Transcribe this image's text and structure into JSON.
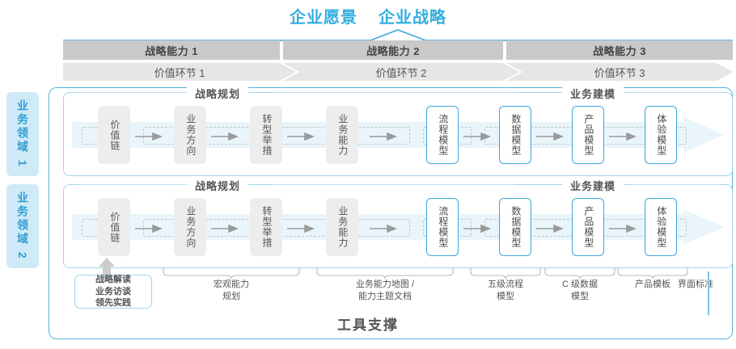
{
  "title": {
    "vision": "企业愿景",
    "strategy": "企业战略"
  },
  "colors": {
    "accent_blue": "#31aee0",
    "node_blue": "#3ca7dd",
    "band_blue": "#e9f5fb",
    "header_gray": "#c9c9c9",
    "valuechain_gray": "#e6e6e6",
    "domain_tab_bg": "#cfeaf7"
  },
  "capabilities": [
    {
      "label": "战略能力 1"
    },
    {
      "label": "战略能力 2"
    },
    {
      "label": "战略能力 3"
    }
  ],
  "value_chains": [
    {
      "label": "价值环节 1"
    },
    {
      "label": "价值环节 2"
    },
    {
      "label": "价值环节 3"
    }
  ],
  "domains": [
    {
      "label": "业务领域 1"
    },
    {
      "label": "业务领域 2"
    }
  ],
  "sections": {
    "planning": "战略规划",
    "modeling": "业务建模"
  },
  "nodes": [
    {
      "label": "价值链",
      "style": "gray"
    },
    {
      "label": "业务方向",
      "style": "gray"
    },
    {
      "label": "转型举措",
      "style": "gray"
    },
    {
      "label": "业务能力",
      "style": "gray"
    },
    {
      "label": "流程模型",
      "style": "blue"
    },
    {
      "label": "数据模型",
      "style": "blue"
    },
    {
      "label": "产品模型",
      "style": "blue"
    },
    {
      "label": "体验模型",
      "style": "blue"
    }
  ],
  "tools": {
    "primary_box": [
      "战略解读",
      "业务访谈",
      "领先实践"
    ],
    "labels": [
      {
        "lines": [
          "宏观能力",
          "规划"
        ]
      },
      {
        "lines": [
          "业务能力地图 /",
          "能力主题文档"
        ]
      },
      {
        "lines": [
          "五级流程",
          "模型"
        ]
      },
      {
        "lines": [
          "C 级数据",
          "模型"
        ]
      },
      {
        "lines": [
          "产品模板"
        ]
      },
      {
        "lines": [
          "界面标准"
        ]
      }
    ],
    "footer": "工具支撑"
  }
}
